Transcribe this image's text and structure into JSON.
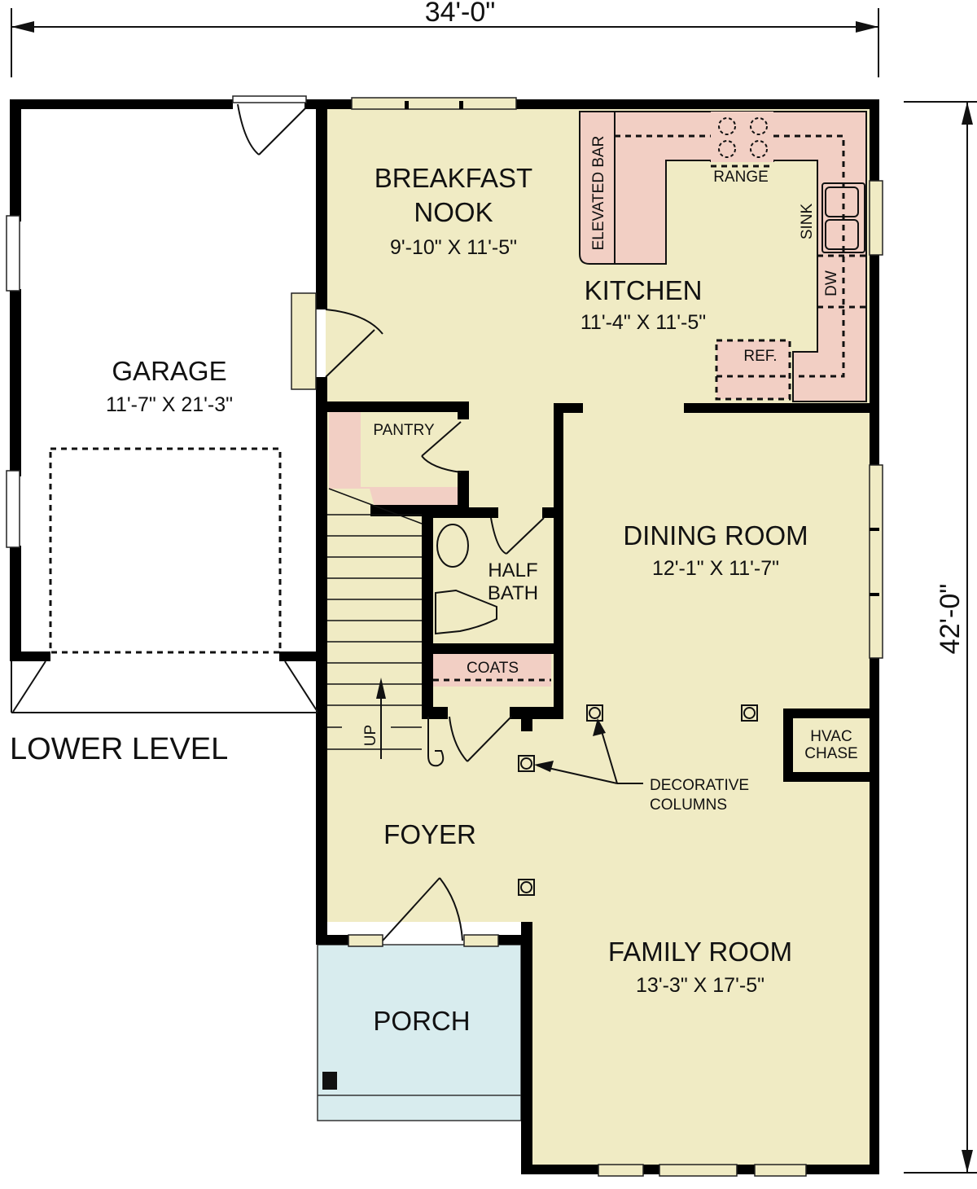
{
  "plan": {
    "title": "LOWER LEVEL",
    "overall_width": "34'-0\"",
    "overall_depth": "42'-0\"",
    "colors": {
      "floor": "#f0ebc4",
      "counter": "#f2cfc4",
      "porch": "#d8ecee",
      "garage": "#ffffff",
      "wall": "#000000"
    }
  },
  "rooms": {
    "garage": {
      "name": "GARAGE",
      "size": "11'-7\" X 21'-3\""
    },
    "breakfast_nook": {
      "name_line1": "BREAKFAST",
      "name_line2": "NOOK",
      "size": "9'-10\" X 11'-5\""
    },
    "kitchen": {
      "name": "KITCHEN",
      "size": "11'-4\" X 11'-5\""
    },
    "dining_room": {
      "name": "DINING ROOM",
      "size": "12'-1\" X 11'-7\""
    },
    "family_room": {
      "name": "FAMILY ROOM",
      "size": "13'-3\" X 17'-5\""
    },
    "foyer": {
      "name": "FOYER"
    },
    "porch": {
      "name": "PORCH"
    },
    "pantry": {
      "name": "PANTRY"
    },
    "half_bath": {
      "name_line1": "HALF",
      "name_line2": "BATH"
    },
    "coats": {
      "name": "COATS"
    },
    "hvac": {
      "name_line1": "HVAC",
      "name_line2": "CHASE"
    }
  },
  "fixtures": {
    "elevated_bar": "ELEVATED BAR",
    "range": "RANGE",
    "sink": "SINK",
    "dishwasher": "DW",
    "refrigerator": "REF.",
    "stairs": "UP"
  },
  "annotations": {
    "decorative_columns_line1": "DECORATIVE",
    "decorative_columns_line2": "COLUMNS"
  }
}
